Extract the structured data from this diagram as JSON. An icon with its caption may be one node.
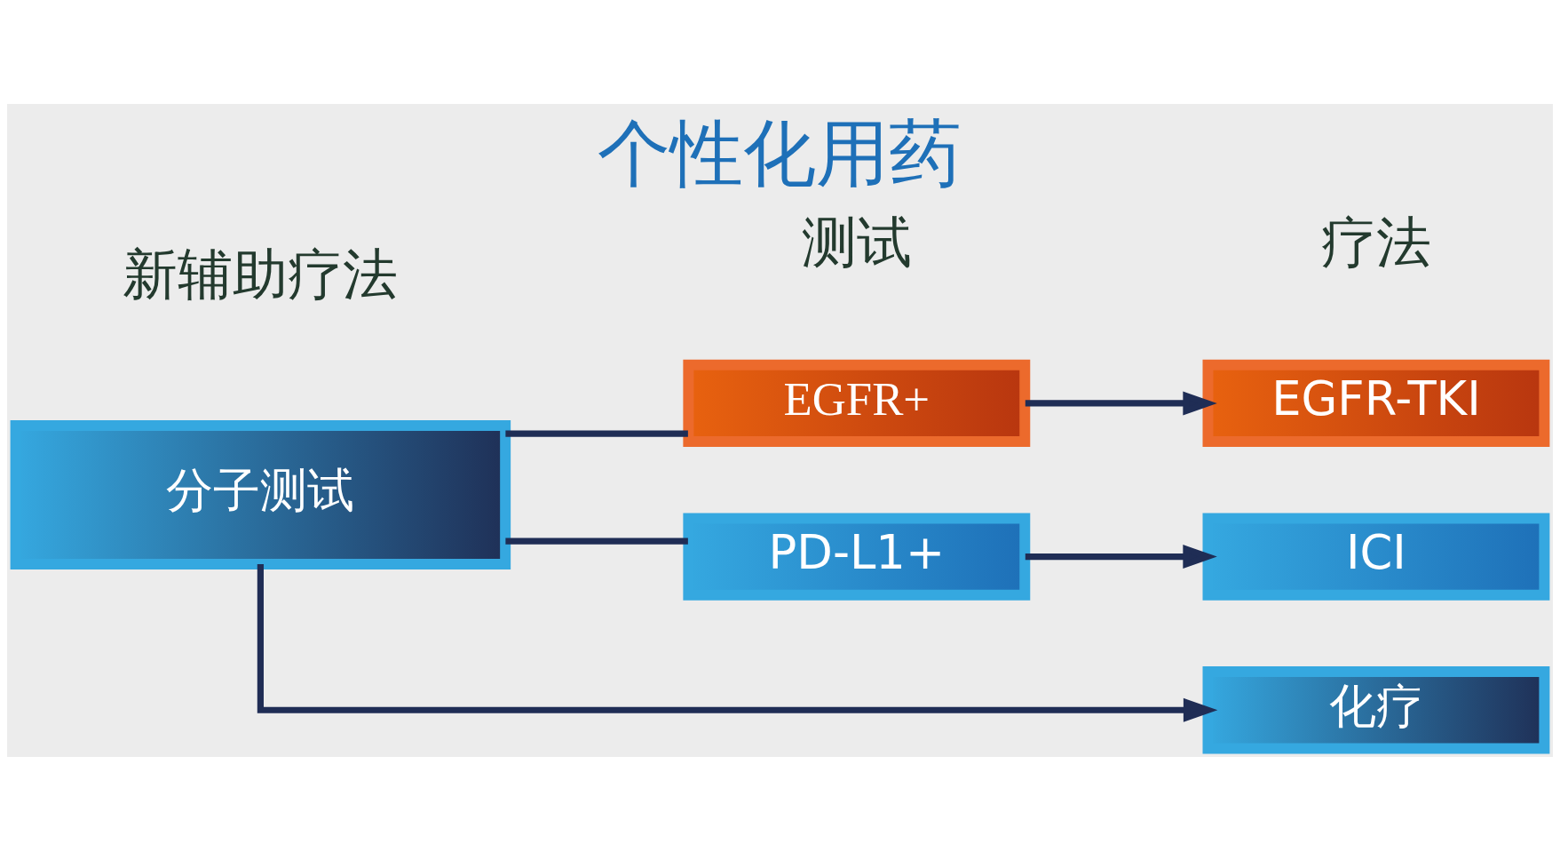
{
  "diagram": {
    "title": "个性化用药",
    "nodes": [
      {
        "text": [
          "分子测试"
        ]
      },
      {
        "text": [
          "EGFR+"
        ]
      },
      {
        "text": [
          "PD-L1+"
        ]
      },
      {
        "text": [
          "EGFR-TKI"
        ]
      },
      {
        "text": [
          "ICI"
        ]
      },
      {
        "text": [
          "化疗"
        ]
      }
    ],
    "edges": [
      {
        "from": 0,
        "to": 1,
        "arrow": "none"
      },
      {
        "from": 0,
        "to": 2,
        "arrow": "none"
      },
      {
        "from": 0,
        "to": 5,
        "arrow": "to"
      },
      {
        "from": 1,
        "to": 3,
        "arrow": "to"
      },
      {
        "from": 2,
        "to": 4,
        "arrow": "to"
      }
    ],
    "labels": [
      "新辅助疗法",
      "测试",
      "疗法"
    ]
  }
}
